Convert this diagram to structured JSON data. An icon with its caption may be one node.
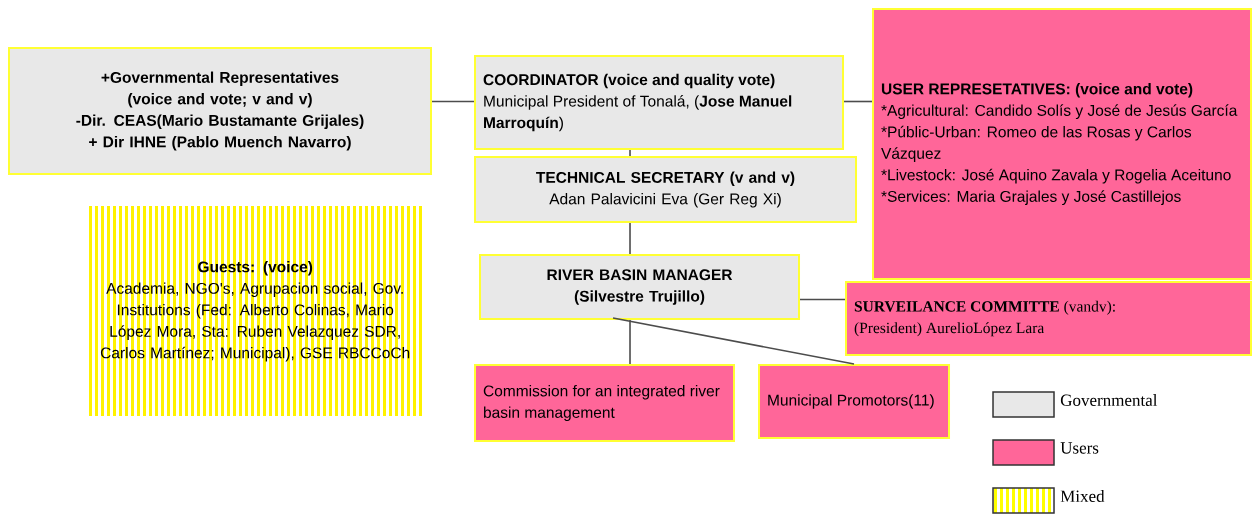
{
  "diagram": {
    "nodes": [
      {
        "text": [
          "+Governmental Representatives (voice and vote; v and v)",
          "-Dir. CEAS(Mario Bustamante Grijales)",
          "+ Dir IHNE (Pablo Muench Navarro)"
        ]
      },
      {
        "text": [
          "**COORDINATOR (voice and quality vote)** Municipal President of Tonalá, (**Jose Manuel  Marroquín**)"
        ]
      },
      {
        "text": [
          "TECHNICAL SECRETARY (v and v)",
          "Adan Palavicini Eva (Ger Reg Xi)"
        ]
      },
      {
        "text": [
          "USER REPRESETATIVES: (voice and vote)",
          "*Agricultural: Candido Solís y José de Jesús García",
          "*Públic-Urban: Romeo de las Rosas y Carlos Vázquez",
          "*Livestock: José Aquino Zavala y Rogelia Aceituno",
          "*Services: Maria Grajales y José Castillejos"
        ]
      },
      {
        "text": [
          "Guests: (voice)",
          "Academia, NGO's, Agrupacion social, Gov. Institutions (Fed: Alberto Colinas, Mario López Mora, Sta: Ruben Velazquez SDR, Carlos Martínez; Municipal), GSE RBCCoCh"
        ]
      },
      {
        "text": [
          "RIVER BASIN MANAGER (Silvestre Trujillo)"
        ]
      },
      {
        "text": [
          "**SURVEILANCE COMMITTE** (vandv):",
          "(President) AurelioLópez Lara"
        ]
      },
      {
        "text": [
          "Commission for an integrated river basin management"
        ]
      },
      {
        "text": [
          "Municipal Promotors(11)"
        ]
      }
    ],
    "edges": [
      {
        "from": 0,
        "to": 1,
        "arrow": "none"
      },
      {
        "from": 1,
        "to": 3,
        "arrow": "none"
      },
      {
        "from": 1,
        "to": 2,
        "arrow": "none"
      },
      {
        "from": 2,
        "to": 5,
        "arrow": "none"
      },
      {
        "from": 5,
        "to": 6,
        "arrow": "none"
      },
      {
        "from": 5,
        "to": 7,
        "arrow": "none"
      },
      {
        "from": 5,
        "to": 8,
        "arrow": "none"
      }
    ],
    "legend": [
      {
        "text": "Governmental",
        "color": "#e8e8e8"
      },
      {
        "text": "Users",
        "color": "#ff6699"
      },
      {
        "text": "Mixed",
        "color": "#ffff00"
      }
    ]
  }
}
